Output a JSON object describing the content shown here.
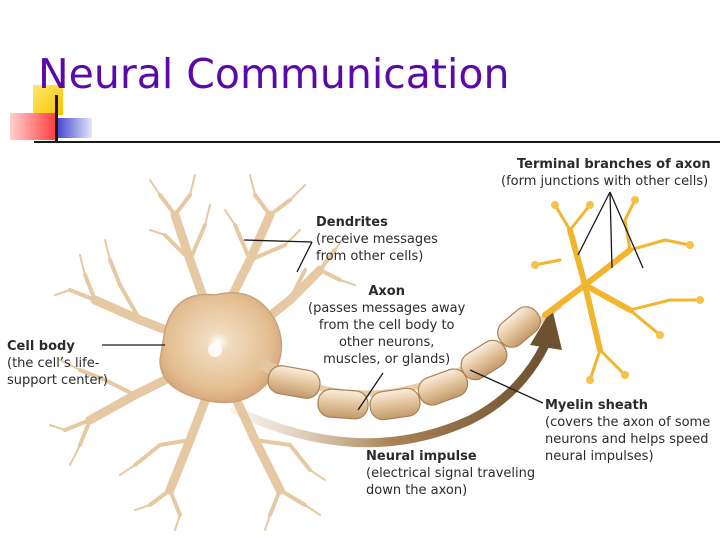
{
  "slide": {
    "title": "Neural Communication"
  },
  "labels": {
    "terminal": {
      "title": "Terminal branches of axon",
      "desc": [
        "(form junctions with other cells)"
      ]
    },
    "dendrites": {
      "title": "Dendrites",
      "desc": [
        "(receive messages",
        "from other cells)"
      ]
    },
    "axon": {
      "title": "Axon",
      "desc": [
        "(passes messages away",
        "from the cell body to",
        "other neurons,",
        "muscles, or glands)"
      ]
    },
    "cellbody": {
      "title": "Cell body",
      "desc": [
        "(the cell’s life-",
        "support center)"
      ]
    },
    "myelin": {
      "title": "Myelin sheath",
      "desc": [
        "(covers the axon of some",
        "neurons and helps speed",
        "neural impulses)"
      ]
    },
    "impulse": {
      "title": "Neural impulse",
      "desc": [
        "(electrical signal traveling",
        "down the axon)"
      ]
    }
  },
  "colors": {
    "title": "#5a0aa8",
    "neuron_fill": "#ecd3ae",
    "neuron_stroke": "#b58f63",
    "terminal": "#f2b32a",
    "impulse_arrow": "#8a6a42",
    "deco_yellow": "#ffd92a",
    "deco_red": "#ff5a5a",
    "deco_blue": "#5b5bd6"
  },
  "icons": [
    "neuron-illustration",
    "impulse-arrow"
  ]
}
